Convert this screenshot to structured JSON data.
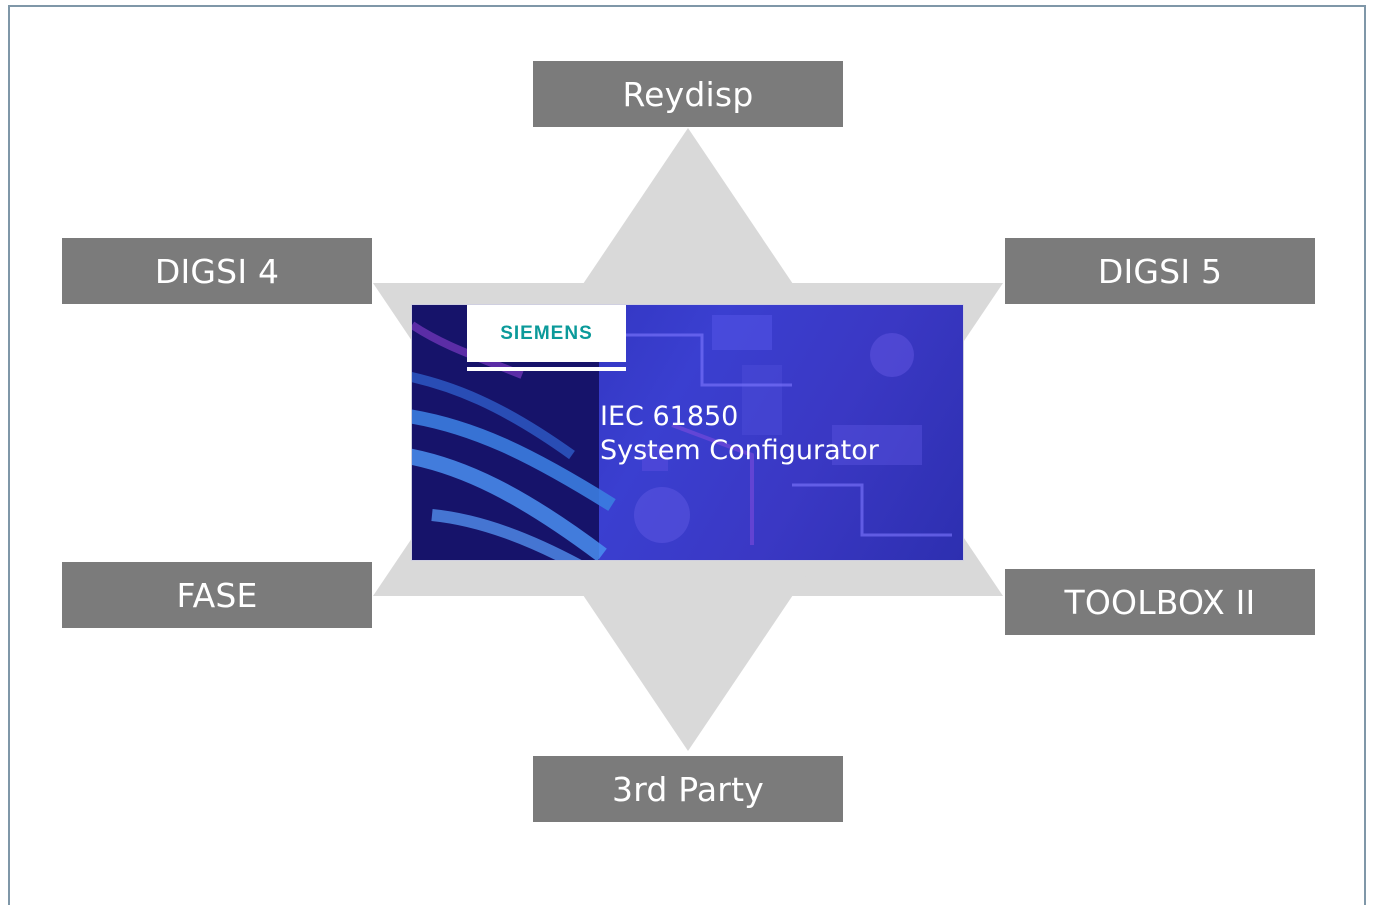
{
  "tools": {
    "top": "Reydisp",
    "upper_left": "DIGSI 4",
    "upper_right": "DIGSI 5",
    "lower_left": "FASE",
    "lower_right": "TOOLBOX II",
    "bottom": "3rd Party"
  },
  "center": {
    "brand": "SIEMENS",
    "product_line1": "IEC 61850",
    "product_line2": "System Configurator"
  },
  "colors": {
    "box_fill": "#7b7b7b",
    "star_fill": "#d9d9d9",
    "frame": "#7f97a8",
    "brand_teal": "#0b9a9a",
    "splash_blue": "#3a3fd0"
  }
}
